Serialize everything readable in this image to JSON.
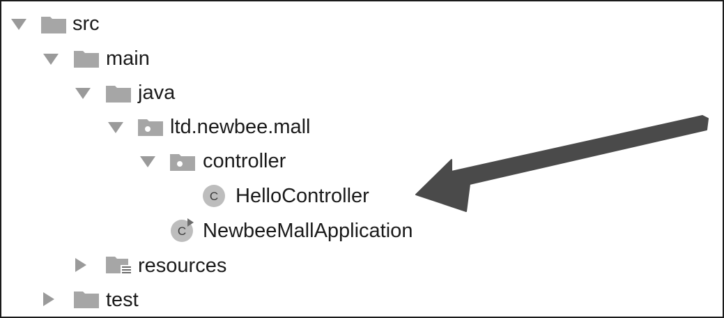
{
  "tree": {
    "items": [
      {
        "label": "src",
        "state": "expanded",
        "icon": "folder-icon"
      },
      {
        "label": "main",
        "state": "expanded",
        "icon": "folder-icon"
      },
      {
        "label": "java",
        "state": "expanded",
        "icon": "source-folder-icon"
      },
      {
        "label": "ltd.newbee.mall",
        "state": "expanded",
        "icon": "package-icon"
      },
      {
        "label": "controller",
        "state": "expanded",
        "icon": "package-icon"
      },
      {
        "label": "HelloController",
        "state": "leaf",
        "icon": "class-icon",
        "icon_text": "C"
      },
      {
        "label": "NewbeeMallApplication",
        "state": "leaf",
        "icon": "runnable-class-icon",
        "icon_text": "C"
      },
      {
        "label": "resources",
        "state": "collapsed",
        "icon": "resources-folder-icon"
      },
      {
        "label": "test",
        "state": "collapsed",
        "icon": "folder-icon"
      }
    ]
  },
  "colors": {
    "folder": "#a6a6a6",
    "arrow": "#9a9a9a",
    "pointer": "#4a4a4a",
    "text": "#1a1a1a"
  }
}
